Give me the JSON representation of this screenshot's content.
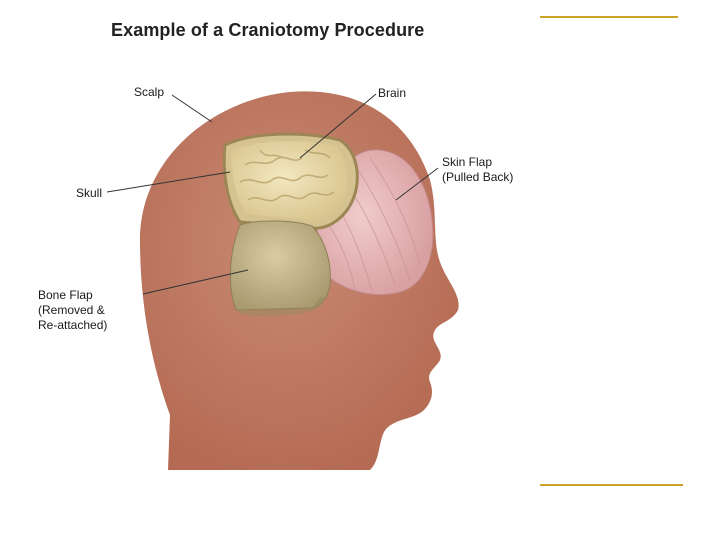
{
  "title": "Example of a Craniotomy Procedure",
  "labels": {
    "scalp": "Scalp",
    "brain": "Brain",
    "skull": "Skull",
    "skin_flap_1": "Skin Flap",
    "skin_flap_2": "(Pulled Back)",
    "bone_flap_1": "Bone Flap",
    "bone_flap_2": "(Removed &",
    "bone_flap_3": "Re-attached)"
  },
  "colors": {
    "head": "#b9705a",
    "skin_flap": "#e7b7b7",
    "bone": "#c9b88e",
    "bone_dark": "#a2936a",
    "brain": "#e8d9a6",
    "accent_rule": "#c9a227"
  }
}
